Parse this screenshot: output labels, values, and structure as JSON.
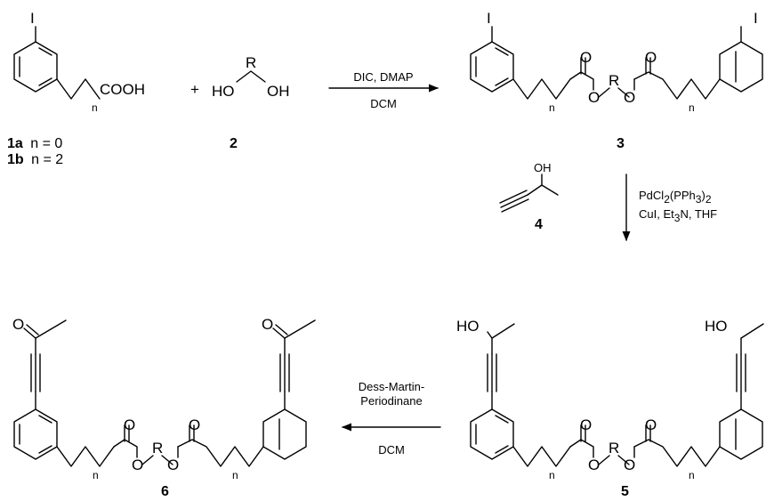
{
  "atoms": {
    "iodine": "I",
    "oxygen": "O",
    "r_group": "R",
    "n": "n",
    "acid": "COOH",
    "ho": "HO",
    "oh": "OH",
    "plus": "+"
  },
  "compounds": {
    "c1a_num": "1a",
    "c1a_cond": "n = 0",
    "c1b_num": "1b",
    "c1b_cond": "n = 2",
    "c2": "2",
    "c3": "3",
    "c4": "4",
    "c5": "5",
    "c6": "6"
  },
  "conditions": {
    "step1_above": "DIC, DMAP",
    "step1_below": "DCM",
    "step2_catalyst": "PdCl2(PPh3)2",
    "step2_additives": "CuI, Et3N, THF",
    "step3_reagent_line1": "Dess-Martin-",
    "step3_reagent_line2": "Periodinane",
    "step3_solvent": "DCM"
  }
}
